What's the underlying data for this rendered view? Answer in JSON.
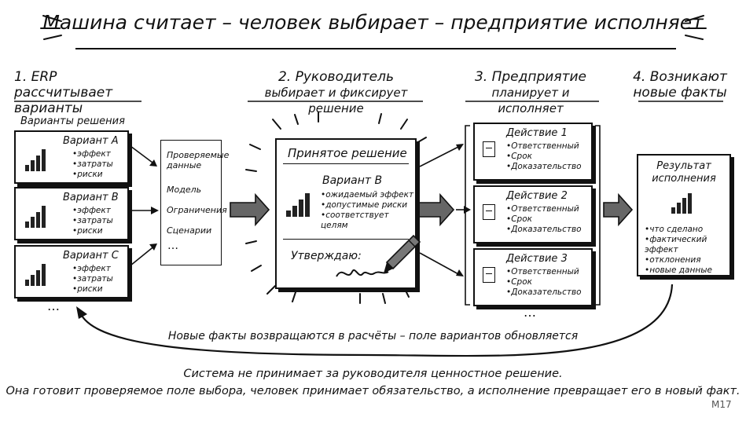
{
  "title": "Машина считает – человек выбирает – предприятие исполняет",
  "columns": {
    "c1": "1. ERP рассчитывает варианты",
    "c2_line1": "2. Руководитель",
    "c2_line2": "выбирает и фиксирует решение",
    "c3_line1": "3. Предприятие",
    "c3_line2": "планирует и исполняет",
    "c4_line1": "4. Возникают",
    "c4_line2": "новые факты"
  },
  "options": {
    "heading": "Варианты решения",
    "items": [
      {
        "name": "Вариант A",
        "bullets": [
          "эффект",
          "затраты",
          "риски"
        ]
      },
      {
        "name": "Вариант B",
        "bullets": [
          "эффект",
          "затраты",
          "риски"
        ]
      },
      {
        "name": "Вариант C",
        "bullets": [
          "эффект",
          "затраты",
          "риски"
        ]
      }
    ],
    "more": "…"
  },
  "checks": {
    "items": [
      "Проверяемые данные",
      "Модель",
      "Ограничения",
      "Сценарии"
    ],
    "more": "…"
  },
  "decision": {
    "title": "Принятое решение",
    "variant": "Вариант B",
    "bullets": [
      "ожидаемый эффект",
      "допустимые риски",
      "соответствует целям"
    ],
    "approve": "Утверждаю:"
  },
  "actions": {
    "items": [
      {
        "name": "Действие 1",
        "bullets": [
          "Ответственный",
          "Срок",
          "Доказательство"
        ]
      },
      {
        "name": "Действие 2",
        "bullets": [
          "Ответственный",
          "Срок",
          "Доказательство"
        ]
      },
      {
        "name": "Действие 3",
        "bullets": [
          "Ответственный",
          "Срок",
          "Доказательство"
        ]
      }
    ],
    "more": "…"
  },
  "result": {
    "title": "Результат исполнения",
    "bullets": [
      "что сделано",
      "фактический эффект",
      "отклонения",
      "новые данные"
    ]
  },
  "feedback": "Новые факты возвращаются в расчёты – поле вариантов обновляется",
  "footer": {
    "line1": "Система не принимает за руководителя ценностное решение.",
    "line2": "Она готовит проверяемое поле выбора, человек принимает обязательство, а исполнение превращает его в новый факт."
  },
  "page_label": "M17"
}
